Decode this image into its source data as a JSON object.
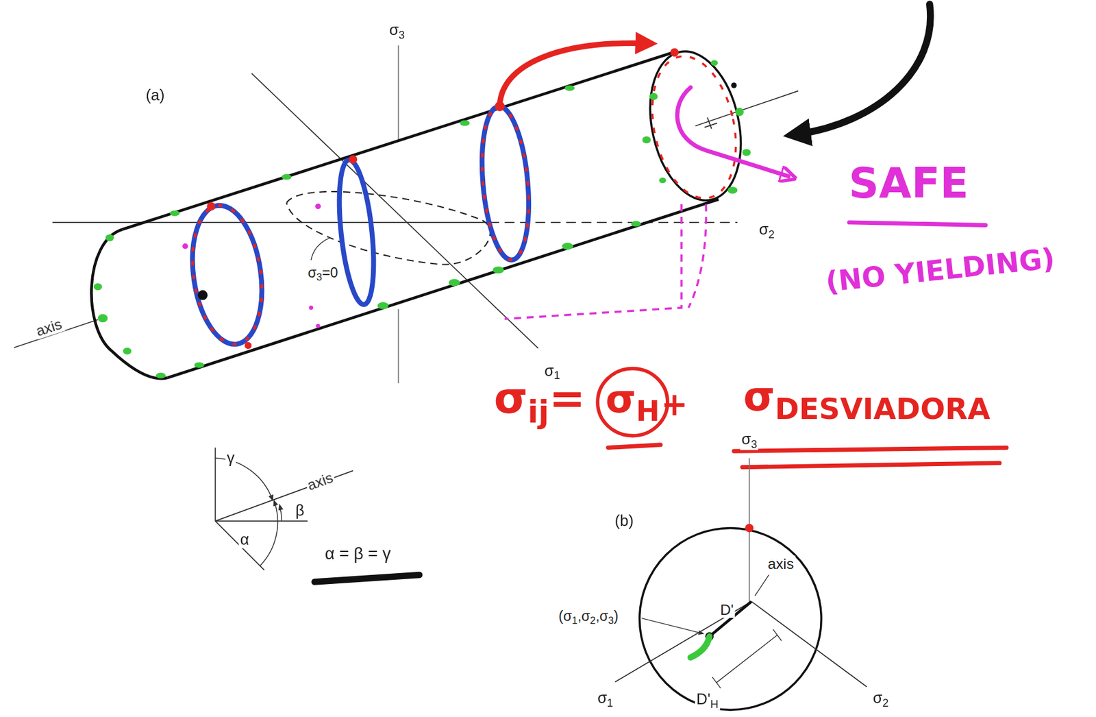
{
  "diagram": {
    "labels": [
      "σ3",
      "(a)",
      "σ2",
      "axis",
      "σ3=0",
      "SAFE",
      "(NO YIELDING)",
      "σ1",
      "σij=",
      "σH",
      "+",
      "σDESVIADORA",
      "σ3",
      "γ",
      "axis",
      "β",
      "(b)",
      "α",
      "α = β = γ",
      "axis",
      "(σ1,σ2,σ3)",
      "D'",
      "σ1",
      "D'H",
      "σ2"
    ]
  }
}
